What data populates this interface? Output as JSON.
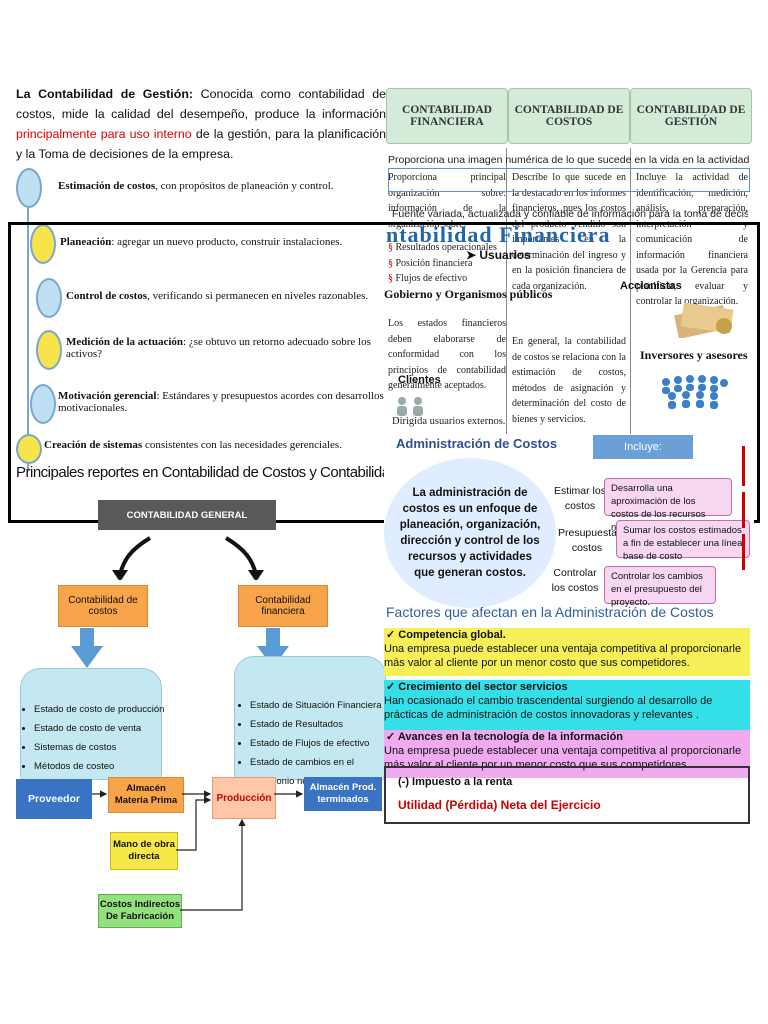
{
  "gestion": {
    "term": "La Contabilidad de Gestión:",
    "intro_a": " Conocida como contabilidad de costos, mide la calidad del desempeño, produce la  información ",
    "intro_red": "principalmente para uso interno",
    "intro_b": " de la gestión, para la planificación y la Toma  de decisiones de la empresa.",
    "items": [
      {
        "bold": "Estimación de costos",
        "rest": ", con propósitos de planeación y control."
      },
      {
        "bold": "Planeación",
        "rest": ": agregar un nuevo producto, construir instalaciones."
      },
      {
        "bold": "Control de costos",
        "rest": ", verificando si permanecen en niveles razonables."
      },
      {
        "bold": "Medición de la actuación",
        "rest": ": ¿se obtuvo un retorno adecuado sobre los activos?"
      },
      {
        "bold": "Motivación gerencial",
        "rest": ": Estándares y presupuestos acordes con desarrollos motivacionales."
      },
      {
        "bold": "Creación de sistemas",
        "rest": " consistentes con las necesidades gerenciales."
      }
    ]
  },
  "table": {
    "headers": [
      "CONTABILIDAD FINANCIERA",
      "CONTABILIDAD DE COSTOS",
      "CONTABILIDAD DE GESTIÓN"
    ],
    "col1": "Proporciona principal organización sobre: información de la organización sobre:",
    "col1_list": [
      "Resultados operacionales",
      "Posición financiera",
      "Flujos de efectivo"
    ],
    "col1_b": "Los estados financieros deben elaborarse de conformidad con los principios de contabilidad generalmente aceptados.",
    "col1_c": "Dirigida usuarios externos.",
    "col2": "Describe lo que sucede en la destacado en los informes financieros, pues los costos del producto vendido son importantes en la determinación del ingreso y en la posición financiera de cada organización.",
    "col2_b": "En general, la contabilidad de costos se relaciona con la estimación de costos, métodos de asignación y determinación del costo de bienes y servicios.",
    "col3": "Incluye la actividad de identificación, medición, análisis, preparación, interpretación y comunicación de información financiera usada por la Gerencia para planificar, evaluar y controlar la organización.",
    "overlay_line": "Proporciona una imagen numérica de lo que sucede en la vida en la actividad",
    "fuente": "Fuente variada, actualizada y confiable de información para la toma de decisiones.",
    "financiera_title": "ntabilidad Financiera",
    "usuarios": "Usuarios",
    "gobierno": "Gobierno y Organismos públicos",
    "accionistas": "Accionistas",
    "inversores": "Inversores y asesores",
    "clientes": "Clientes"
  },
  "reportes": {
    "title": "Principales reportes en Contabilidad de Costos  y Contabilidad Financiera",
    "general": "CONTABILIDAD GENERAL",
    "costos_label": "Contabilidad de costos",
    "financiera_label": "Contabilidad financiera",
    "costos_list": [
      "Estado de costo de producción",
      "Estado de costo de venta",
      "Sistemas de costos",
      "Métodos de costeo"
    ],
    "financiera_list": [
      "Estado de Situación Financiera",
      "Estado de Resultados",
      "Estado de Flujos de efectivo",
      "Estado de cambios en el patrimonio neto"
    ]
  },
  "flujo": {
    "proveedor": "Proveedor",
    "almacen_mp": "Almacén Materia Prima",
    "produccion": "Producción",
    "almacen_pt": "Almacén Prod. terminados",
    "mano_obra": "Mano de obra directa",
    "cif": "Costos Indirectos De Fabricación"
  },
  "admin": {
    "title": "Administración de Costos",
    "incluye": "Incluye:",
    "oval": "La administración de costos es un enfoque de planeación, organización, dirección y control de los recursos y actividades que generan costos.",
    "rows": [
      {
        "label": "Estimar los costos",
        "text": "Desarrolla una aproximación de los costos de los recursos necesarios."
      },
      {
        "label": "Presupuestar costos",
        "text": "Sumar los costos estimados a fin de establecer una línea base de costo"
      },
      {
        "label": "Controlar los costos",
        "text": "Controlar los cambios en el presupuesto del proyecto."
      }
    ]
  },
  "factores": {
    "title": "Factores que afectan en la Administración de Costos",
    "items": [
      {
        "head": "Competencia global.",
        "text": "Una empresa puede establecer una ventaja competitiva  al proporcionarle más valor al cliente por un menor costo que sus competidores.",
        "color": "#f5f057"
      },
      {
        "head": "Crecimiento del sector servicios",
        "text": "Han ocasionado el cambio trascendental surgiendo al  desarrollo de prácticas de administración de costos innovadoras y relevantes .",
        "color": "#33e0e8"
      },
      {
        "head": "Avances en la  tecnología de la información",
        "text": "Una empresa puede establecer una ventaja competitiva  al proporcionarle más valor al cliente por un menor costo que sus competidores.",
        "color": "#f0aaf0"
      }
    ],
    "impuesto": "(-) Impuesto a la renta",
    "utilidad": "Utilidad (Pérdida) Neta del Ejercicio"
  },
  "colors": {
    "accent_red": "#e00000",
    "frame": "#000000",
    "blue_arrow": "#5b9bd5",
    "orange": "#f8a44a"
  }
}
